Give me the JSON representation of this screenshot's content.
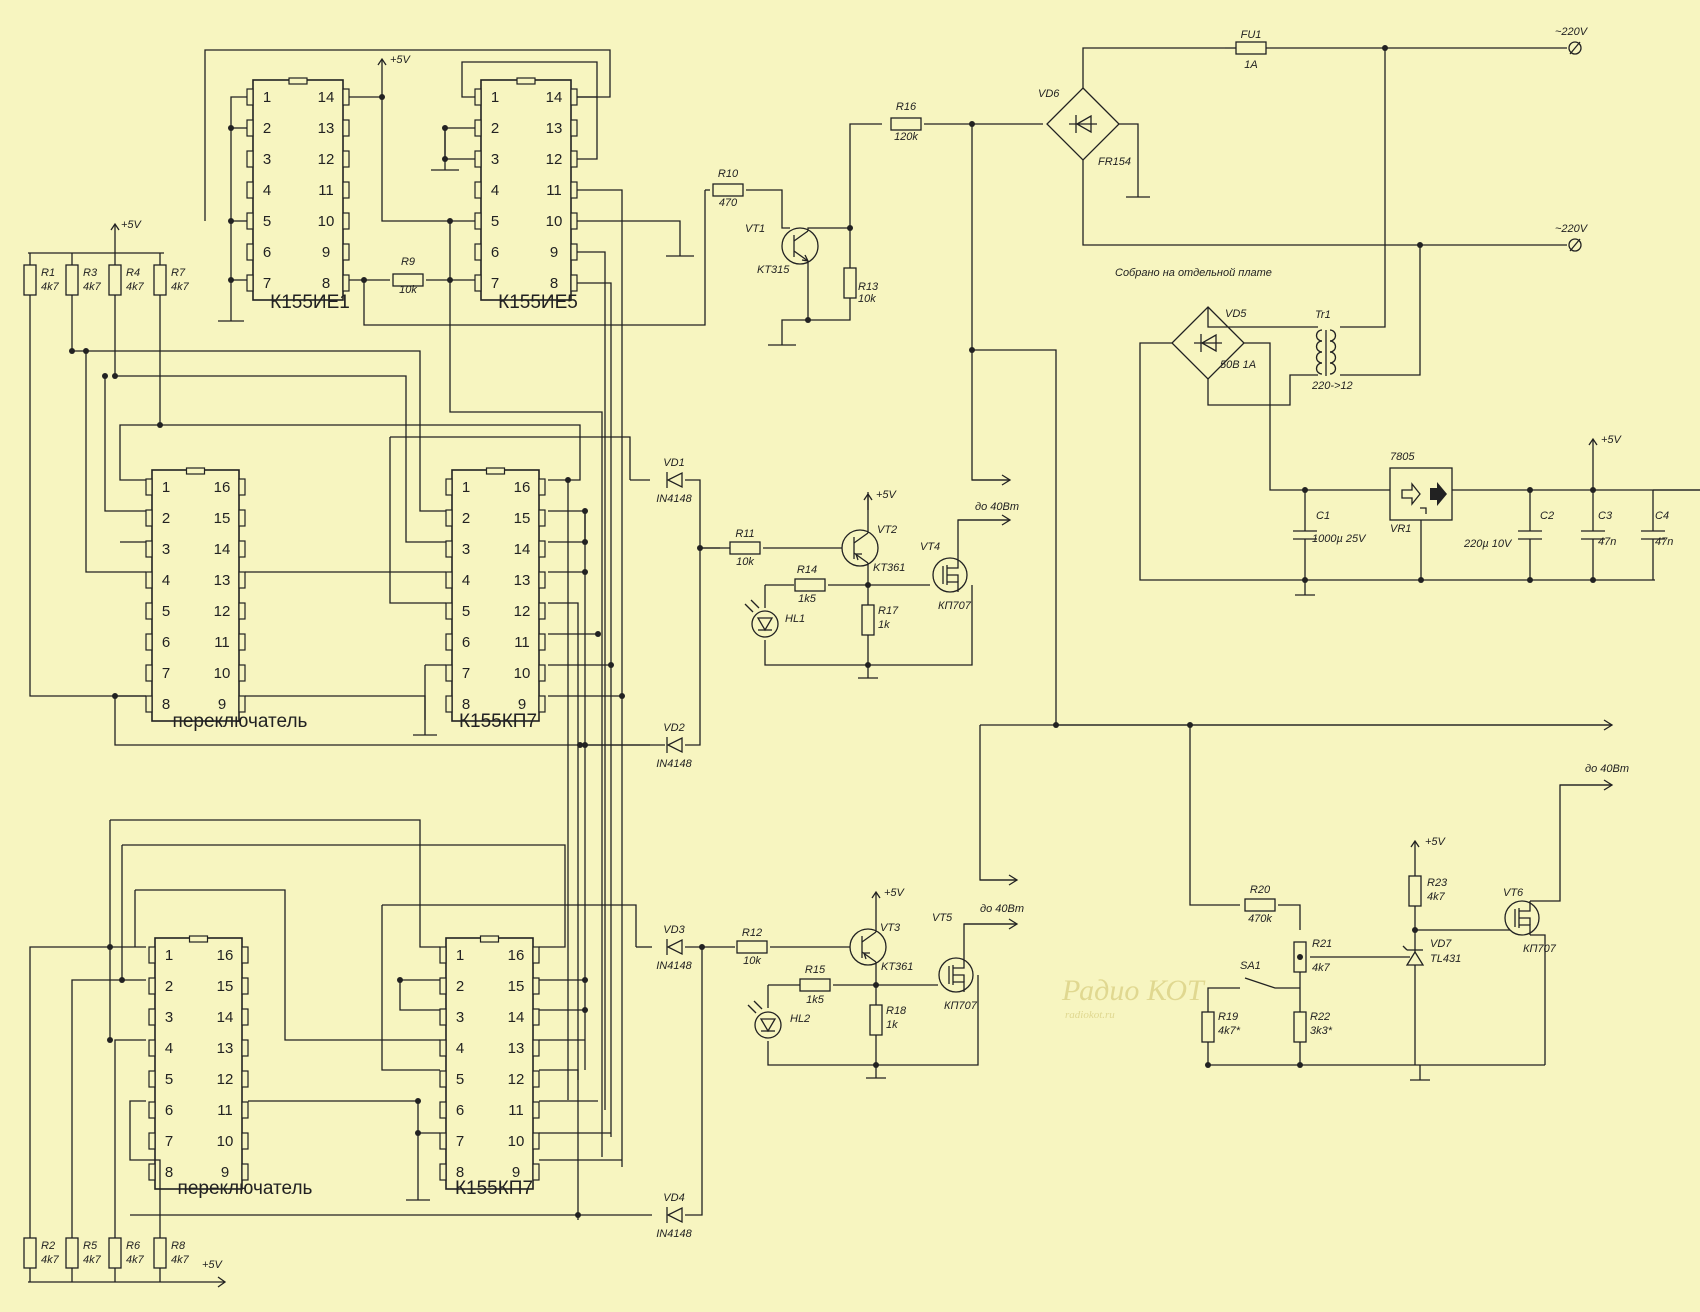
{
  "ics": [
    {
      "id": "ic1",
      "name": "К155ИЕ1",
      "pins": 14
    },
    {
      "id": "ic2",
      "name": "К155ИЕ5",
      "pins": 14
    },
    {
      "id": "ic3",
      "name": "",
      "pins": 16
    },
    {
      "id": "ic4",
      "name": "К155КП7",
      "pins": 16
    },
    {
      "id": "ic5",
      "name": "",
      "pins": 16
    },
    {
      "id": "ic6",
      "name": "К155КП7",
      "pins": 16
    }
  ],
  "labels": {
    "switch1": "переключатель",
    "switch2": "переключатель",
    "separate_board": "Собрано на отдельной плате"
  },
  "components": {
    "r1": {
      "ref": "R1",
      "val": "4k7"
    },
    "r2": {
      "ref": "R2",
      "val": "4k7"
    },
    "r3": {
      "ref": "R3",
      "val": "4k7"
    },
    "r4": {
      "ref": "R4",
      "val": "4k7"
    },
    "r5": {
      "ref": "R5",
      "val": "4k7"
    },
    "r6": {
      "ref": "R6",
      "val": "4k7"
    },
    "r7": {
      "ref": "R7",
      "val": "4k7"
    },
    "r8": {
      "ref": "R8",
      "val": "4k7"
    },
    "r9": {
      "ref": "R9",
      "val": "10k"
    },
    "r10": {
      "ref": "R10",
      "val": "470"
    },
    "r11": {
      "ref": "R11",
      "val": "10k"
    },
    "r12": {
      "ref": "R12",
      "val": "10k"
    },
    "r13": {
      "ref": "R13",
      "val": "10k"
    },
    "r14": {
      "ref": "R14",
      "val": "1k5"
    },
    "r15": {
      "ref": "R15",
      "val": "1k5"
    },
    "r16": {
      "ref": "R16",
      "val": "120k"
    },
    "r17": {
      "ref": "R17",
      "val": "1k"
    },
    "r18": {
      "ref": "R18",
      "val": "1k"
    },
    "r19": {
      "ref": "R19",
      "val": "4k7*"
    },
    "r20": {
      "ref": "R20",
      "val": "470k"
    },
    "r21": {
      "ref": "R21",
      "val": "4k7"
    },
    "r22": {
      "ref": "R22",
      "val": "3k3*"
    },
    "r23": {
      "ref": "R23",
      "val": "4k7"
    },
    "vd1": {
      "ref": "VD1",
      "val": "IN4148"
    },
    "vd2": {
      "ref": "VD2",
      "val": "IN4148"
    },
    "vd3": {
      "ref": "VD3",
      "val": "IN4148"
    },
    "vd4": {
      "ref": "VD4",
      "val": "IN4148"
    },
    "vd5": {
      "ref": "VD5",
      "val": "50В 1А"
    },
    "vd6": {
      "ref": "VD6",
      "val": "FR154"
    },
    "vd7": {
      "ref": "VD7",
      "val": "TL431"
    },
    "vt1": {
      "ref": "VT1",
      "val": "KT315"
    },
    "vt2": {
      "ref": "VT2",
      "val": "KT361"
    },
    "vt3": {
      "ref": "VT3",
      "val": "KT361"
    },
    "vt4": {
      "ref": "VT4",
      "val": "КП707"
    },
    "vt5": {
      "ref": "VT5",
      "val": "КП707"
    },
    "vt6": {
      "ref": "VT6",
      "val": "КП707"
    },
    "hl1": {
      "ref": "HL1"
    },
    "hl2": {
      "ref": "HL2"
    },
    "fu1": {
      "ref": "FU1",
      "val": "1A"
    },
    "tr1": {
      "ref": "Tr1",
      "val": "220->12"
    },
    "vr1": {
      "ref": "VR1",
      "val": "7805"
    },
    "c1": {
      "ref": "C1",
      "val": "1000µ 25V"
    },
    "c2": {
      "ref": "C2",
      "val": "220µ 10V"
    },
    "c3": {
      "ref": "C3",
      "val": "47n"
    },
    "c4": {
      "ref": "C4",
      "val": "47n"
    },
    "sa1": {
      "ref": "SA1"
    }
  },
  "power": {
    "vcc": "+5V",
    "mains": "~220V"
  },
  "outputs": {
    "out": "до 40Вт"
  },
  "watermark": {
    "logo": "Радио КОТ",
    "site": "radiokot.ru"
  }
}
